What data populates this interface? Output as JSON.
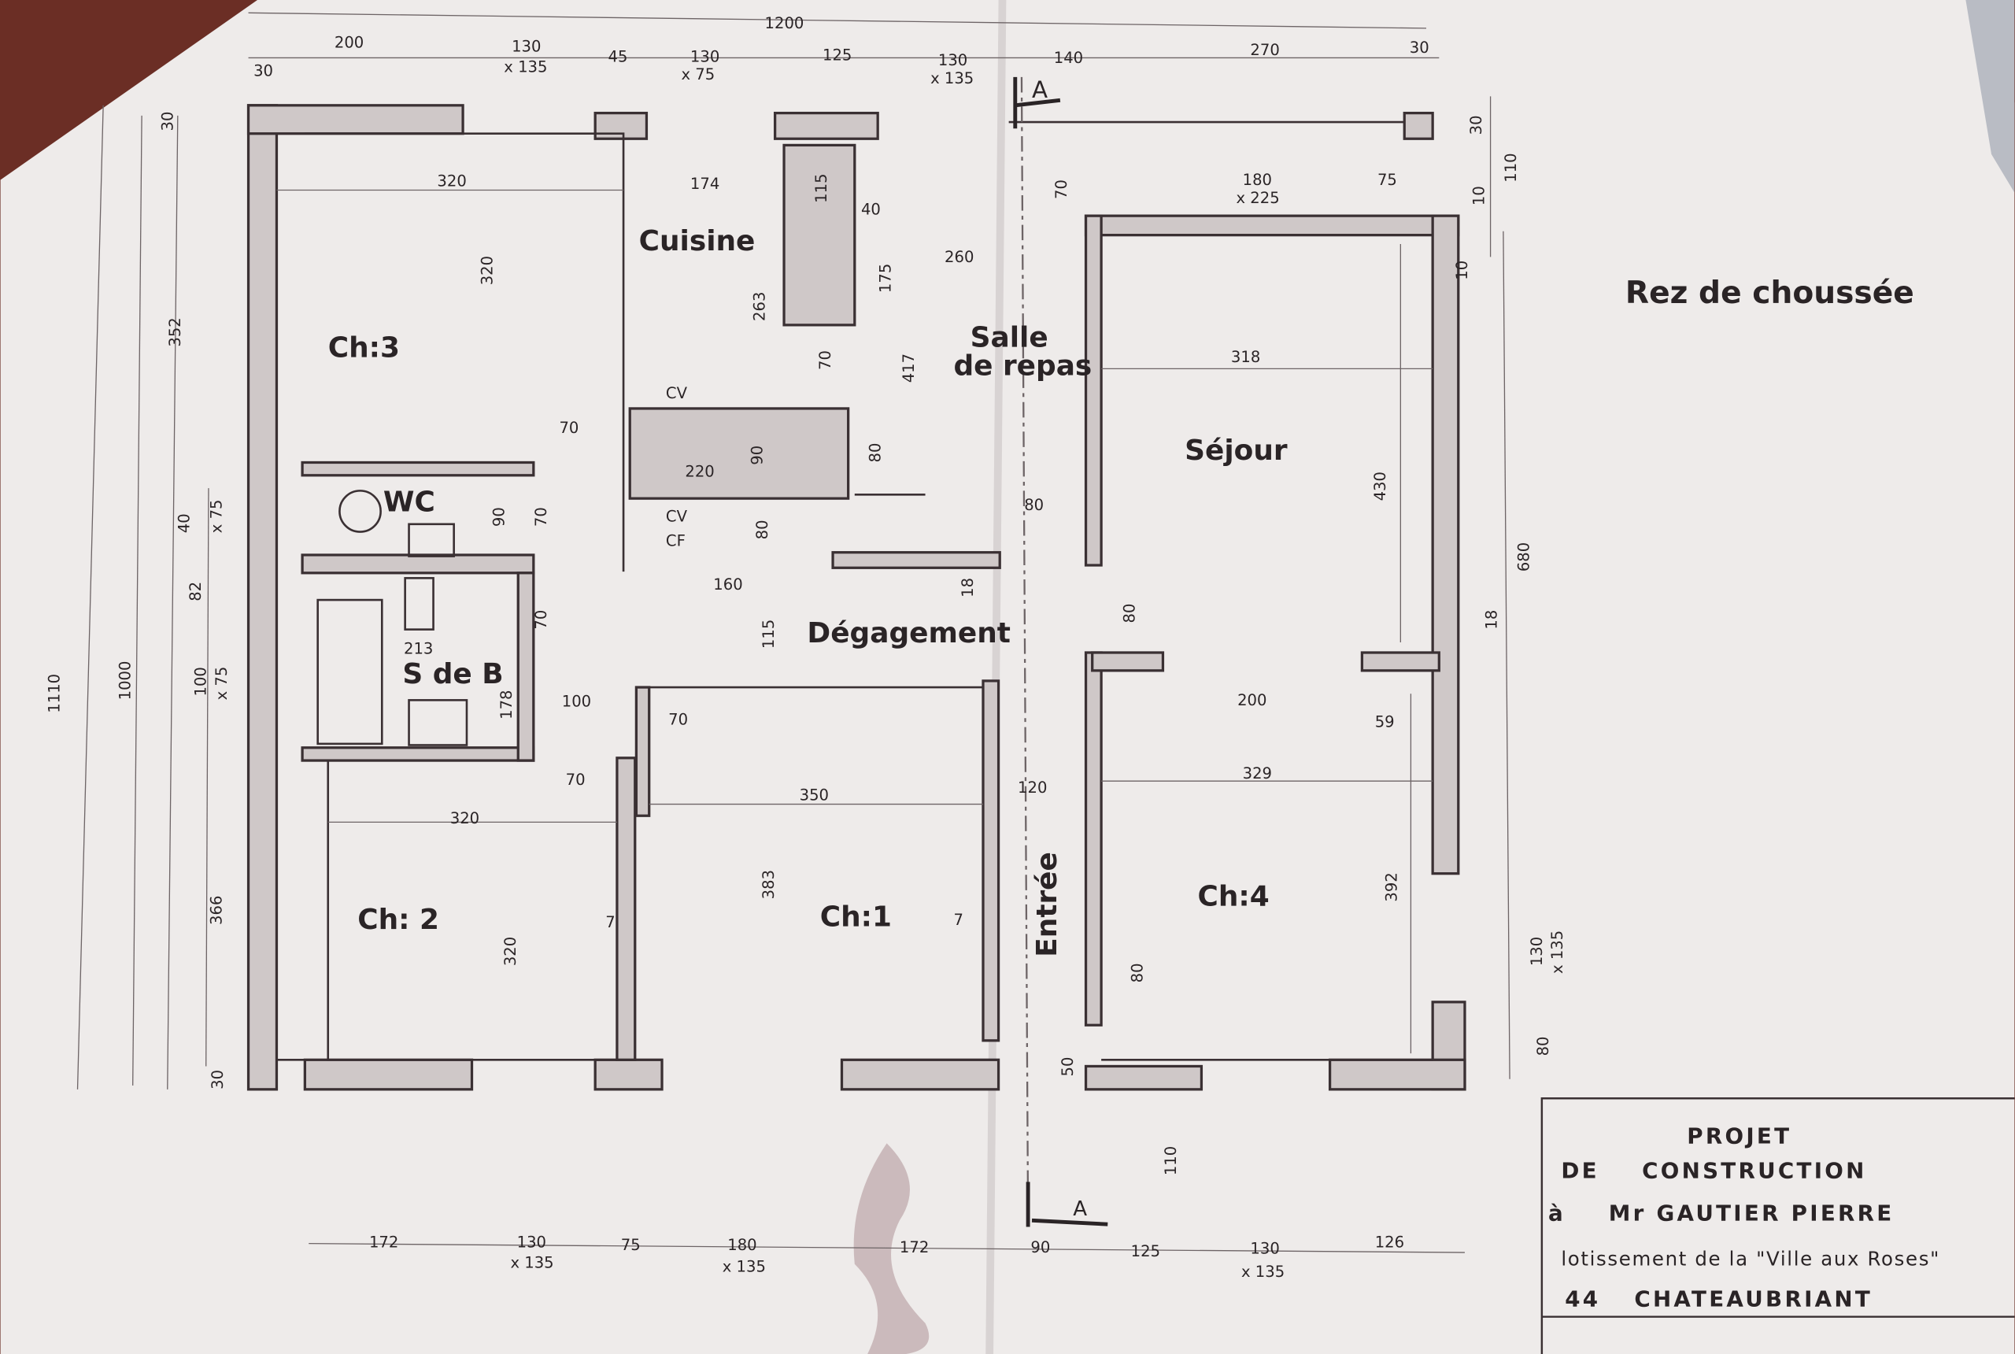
{
  "plan": {
    "title": "Rez de choussée",
    "section_mark": "A",
    "rooms": {
      "ch3": "Ch:3",
      "cuisine": "Cuisine",
      "salle1": "Salle",
      "salle2": "de repas",
      "sejour": "Séjour",
      "wc": "WC",
      "sdb": "S de B",
      "degagement": "Dégagement",
      "ch2": "Ch: 2",
      "ch1": "Ch:1",
      "ch4": "Ch:4",
      "entree": "Entrée",
      "cv1": "CV",
      "cv2": "CV",
      "cf": "CF"
    },
    "dims_top": [
      "1200",
      "200",
      "130",
      "x 135",
      "45",
      "130",
      "x 75",
      "125",
      "130",
      "x 135",
      "140",
      "270",
      "30",
      "30"
    ],
    "dims_bottom": [
      "172",
      "130",
      "x 135",
      "75",
      "180",
      "x 135",
      "172",
      "90",
      "125",
      "130",
      "x 135",
      "126"
    ],
    "dims_left": [
      "1110",
      "1000",
      "352",
      "366",
      "40",
      "x 75",
      "82",
      "100",
      "x 75",
      "30",
      "30"
    ],
    "dims_right": [
      "30",
      "110",
      "10",
      "10",
      "680",
      "18",
      "130",
      "x 135",
      "80"
    ],
    "dims_inside": [
      "320",
      "320",
      "174",
      "115",
      "40",
      "175",
      "260",
      "263",
      "70",
      "417",
      "70",
      "220",
      "90",
      "80",
      "318",
      "430",
      "80",
      "70",
      "180",
      "x 225",
      "75",
      "90",
      "70",
      "80",
      "160",
      "18",
      "115",
      "70",
      "80",
      "213",
      "178",
      "100",
      "70",
      "200",
      "59",
      "70",
      "350",
      "120",
      "329",
      "320",
      "383",
      "392",
      "7",
      "7",
      "320",
      "80",
      "50",
      "110"
    ]
  },
  "title_block": {
    "line1": "PROJET",
    "line2a": "DE",
    "line2b": "CONSTRUCTION",
    "line3a": "à",
    "line3b": "Mr GAUTIER PIERRE",
    "line4": "lotissement  de  la \"Ville  aux  Roses\"",
    "line5a": "44",
    "line5b": "CHATEAUBRIANT"
  },
  "colors": {
    "paper": "#efeceb",
    "ink": "#2a2426",
    "background": "#6b2e25"
  }
}
